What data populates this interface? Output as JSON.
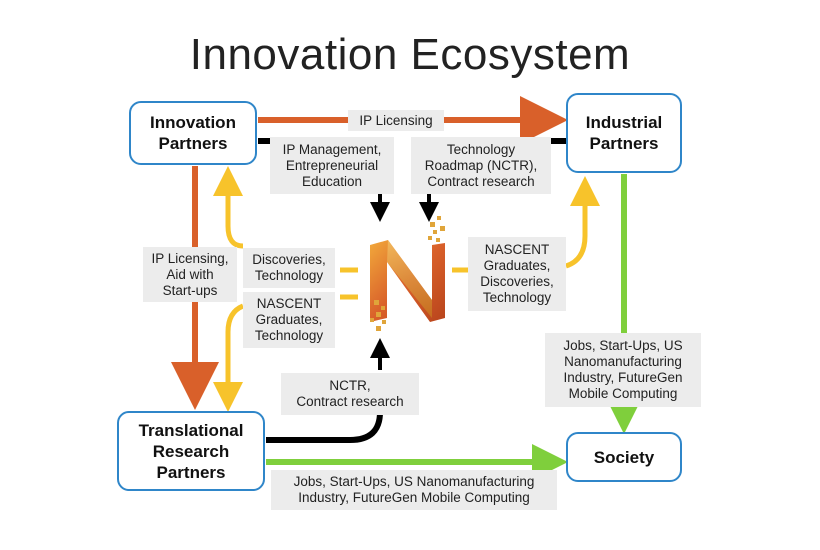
{
  "title": "Innovation Ecosystem",
  "nodes": {
    "innovation": "Innovation\nPartners",
    "industrial": "Industrial\nPartners",
    "translational": "Translational\nResearch\nPartners",
    "society": "Society"
  },
  "labels": {
    "ip_licensing_top": "IP Licensing",
    "ip_management": "IP Management,\nEntrepreneurial\nEducation",
    "tech_roadmap": "Technology\nRoadmap (NCTR),\nContract research",
    "ip_licensing_aid": "IP Licensing,\nAid with\nStart-ups",
    "discoveries": "Discoveries,\nTechnology",
    "nascent_left": "NASCENT\nGraduates,\nTechnology",
    "nascent_right": "NASCENT\nGraduates,\nDiscoveries,\nTechnology",
    "jobs_right": "Jobs, Start-Ups, US\nNanomanufacturing\nIndustry, FutureGen\nMobile Computing",
    "nctr_contract": "NCTR,\nContract research",
    "jobs_bottom": "Jobs, Start-Ups, US Nanomanufacturing\nIndustry, FutureGen Mobile Computing"
  },
  "logo": {
    "letter": "N"
  },
  "colors": {
    "box_border": "#2f86c9",
    "orange": "#d9602a",
    "yellow": "#f7c32b",
    "green": "#7fcf3c",
    "black": "#000000",
    "label_bg": "#ececec"
  }
}
